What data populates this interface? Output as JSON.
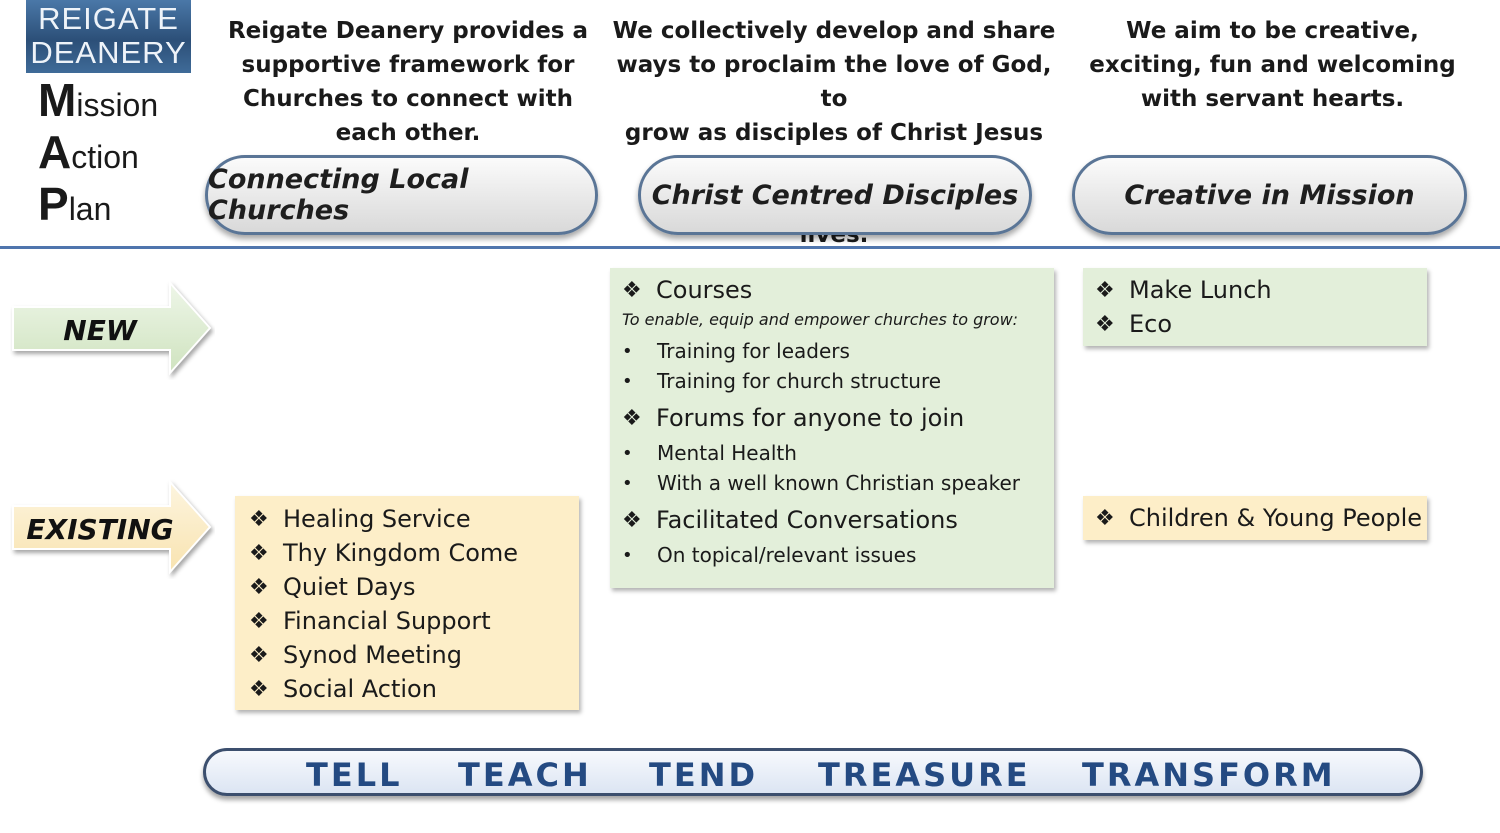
{
  "logo": {
    "line1": "REIGATE",
    "line2": "DEANERY"
  },
  "map_title": [
    {
      "initial": "M",
      "rest": "ission"
    },
    {
      "initial": "A",
      "rest": "ction"
    },
    {
      "initial": "P",
      "rest": "lan"
    }
  ],
  "statements": [
    [
      "Reigate Deanery provides a",
      "supportive framework for",
      "Churches to connect with",
      "each other."
    ],
    [
      "We collectively develop and share",
      "ways to proclaim the love of God, to",
      "grow as disciples of Christ Jesus and",
      "see the Holy Spirit transform lives."
    ],
    [
      "We aim to be creative,",
      "exciting, fun and welcoming",
      "with servant hearts."
    ]
  ],
  "pillars": [
    "Connecting Local Churches",
    "Christ Centred Disciples",
    "Creative in Mission"
  ],
  "arrows": {
    "new": "NEW",
    "existing": "EXISTING"
  },
  "arrow_colors": {
    "new": "#cfe3bf",
    "existing": "#f8e3b0"
  },
  "box_colors": {
    "green": "#e3efda",
    "yellow": "#fdeec8"
  },
  "existing_connecting": [
    "Healing Service",
    "Thy Kingdom Come",
    "Quiet Days",
    "Financial Support",
    "Synod Meeting",
    "Social Action"
  ],
  "new_disciples": {
    "courses": {
      "title": "Courses",
      "subtitle": "To enable, equip and empower churches to grow:",
      "bullets": [
        "Training for leaders",
        "Training for church structure"
      ]
    },
    "forums": {
      "title": "Forums for anyone to join",
      "bullets": [
        "Mental Health",
        "With a well known Christian speaker"
      ]
    },
    "conversations": {
      "title": "Facilitated Conversations",
      "bullets": [
        "On topical/relevant issues"
      ]
    }
  },
  "new_mission": [
    "Make Lunch",
    "Eco"
  ],
  "existing_mission": [
    "Children & Young People"
  ],
  "bottom_bar": [
    "TELL",
    "TEACH",
    "TEND",
    "TREASURE",
    "TRANSFORM"
  ],
  "glyphs": {
    "diamond": "❖",
    "bullet": "•"
  }
}
